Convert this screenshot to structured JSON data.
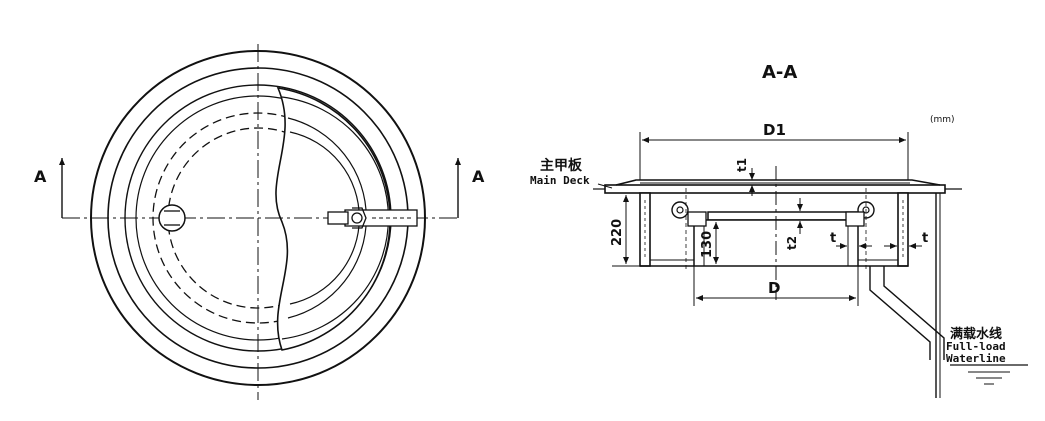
{
  "plan_view": {
    "left_section_mark": "A",
    "right_section_mark": "A"
  },
  "section_view": {
    "title": "A-A",
    "unit": "(mm)",
    "dims": {
      "d1": "D1",
      "d": "D",
      "t1": "t1",
      "t2": "t2",
      "t_left": "t",
      "t_right": "t",
      "h220": "220",
      "h130": "130"
    },
    "main_deck_cn": "主甲板",
    "main_deck_en": "Main Deck",
    "waterline_cn": "满载水线",
    "waterline_en1": "Full-load",
    "waterline_en2": "Waterline"
  },
  "colors": {
    "line": "#111111",
    "background": "#ffffff"
  }
}
